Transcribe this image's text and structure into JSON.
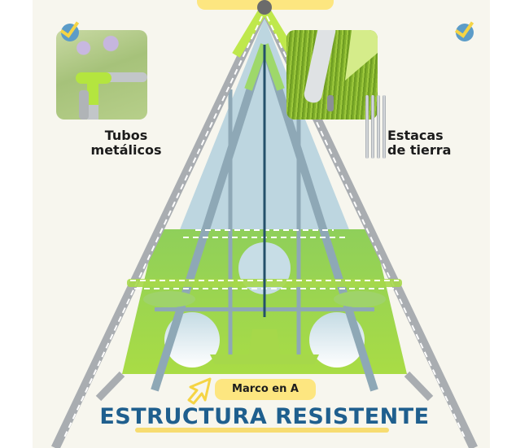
{
  "features": [
    {
      "label_line1": "Tubos",
      "label_line2": "metálicos",
      "icon": "check-badge-icon",
      "image": "green-metal-tube-joint-photo"
    },
    {
      "label_line1": "Estacas",
      "label_line2": "de tierra",
      "icon": "check-badge-icon",
      "image": "ground-stake-on-grass-photo"
    }
  ],
  "callout": {
    "label": "Marco en A",
    "icon": "cursor-arrow-icon"
  },
  "title": "ESTRUCTURA RESISTENTE",
  "colors": {
    "background": "#f7f6ee",
    "title_blue": "#1f5f8e",
    "accent_yellow": "#fde680",
    "lime_green": "#a6d84a",
    "frame_gray": "#a9adb1",
    "check_blue": "#5c9cc8"
  }
}
